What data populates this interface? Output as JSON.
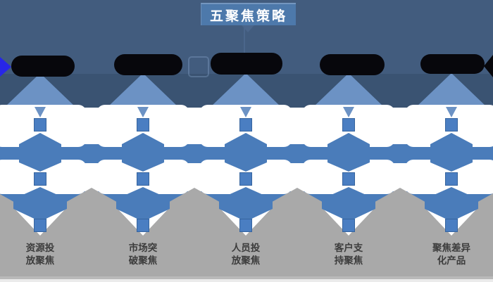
{
  "header": {
    "title": "五聚焦策略"
  },
  "columns": [
    {
      "label": "资源投放聚焦",
      "label_line1": "资源投",
      "label_line2": "放聚焦",
      "heading_obscured": true
    },
    {
      "label": "市场突破聚焦",
      "label_line1": "市场突",
      "label_line2": "破聚焦",
      "heading_obscured": true
    },
    {
      "label": "人员投放聚焦",
      "label_line1": "人员投",
      "label_line2": "放聚焦",
      "heading_obscured": true
    },
    {
      "label": "客户支持聚焦",
      "label_line1": "客户支",
      "label_line2": "持聚焦",
      "heading_obscured": true
    },
    {
      "label": "聚焦差异化产品",
      "label_line1": "聚焦差异",
      "label_line2": "化产品",
      "heading_obscured": true
    }
  ],
  "icons": {
    "left_edge": "play-triangle-right-icon",
    "right_edge": "triangle-left-icon"
  },
  "colors": {
    "top_background": "#425c7e",
    "top_background_lower": "#3a5372",
    "banner_blue": "#4d79ab",
    "light_triangle_blue": "#6c92c4",
    "ribbon_blue": "#4a7cba",
    "node_square_blue": "#4a7ec2",
    "bottom_gray": "#a9a9a9",
    "label_text": "#3c3c3c",
    "redacted_black": "#07070c",
    "edge_arrow_blue": "#2726e8"
  }
}
